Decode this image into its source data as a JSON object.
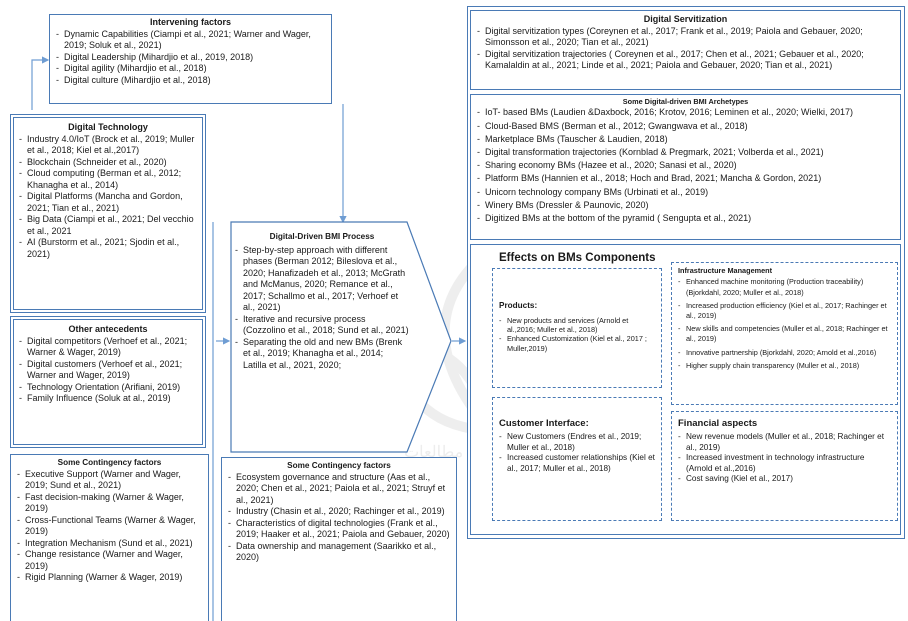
{
  "intervening": {
    "title": "Intervening factors",
    "items": [
      "Dynamic Capabilities (Ciampi et al., 2021; Warner and Wager, 2019; Soluk et al., 2021)",
      "Digital Leadership (Mihardjio et al., 2019, 2018)",
      "Digital agility (Mihardjio et al., 2018)",
      "Digital culture (Mihardjio et al., 2018)"
    ]
  },
  "digital_technology": {
    "title": "Digital Technology",
    "items": [
      "Industry 4.0/IoT (Brock et al., 2019; Muller et al., 2018; Kiel et al.,2017)",
      "Blockchain (Schneider et al., 2020)",
      "Cloud computing (Berman et al., 2012; Khanagha et al., 2014)",
      "Digital Platforms (Mancha and Gordon, 2021; Tian et al., 2021)",
      "Big Data (Ciampi et al., 2021; Del vecchio et al., 2021",
      "AI (Burstorm et al., 2021; Sjodin et al., 2021)"
    ]
  },
  "other_antecedents": {
    "title": "Other antecedents",
    "items": [
      "Digital competitors (Verhoef et al., 2021; Warner & Wager, 2019)",
      "Digital customers (Verhoef et al., 2021; Warner and Wager, 2019)",
      "Technology Orientation (Arifiani, 2019)",
      "Family Influence (Soluk at al., 2019)"
    ]
  },
  "contingency_left": {
    "title": "Some Contingency factors",
    "items": [
      "Executive Support (Warner and Wager, 2019; Sund et al., 2021)",
      "Fast decision-making (Warner & Wager, 2019)",
      "Cross-Functional Teams (Warner & Wager, 2019)",
      "Integration Mechanism (Sund et al., 2021)",
      "Change resistance (Warner and Wager, 2019)",
      "Rigid Planning (Warner & Wager, 2019)"
    ]
  },
  "bmi_process": {
    "title": "Digital-Driven BMI Process",
    "items": [
      "Step-by-step approach with different phases (Berman 2012; Bileslova et al., 2020; Hanafizadeh et al., 2013; McGrath and McManus, 2020; Remance et al., 2017; Schallmo et al., 2017; Verhoef et al., 2021)",
      "Iterative and recursive process (Cozzolino et al., 2018; Sund et al., 2021)",
      "Separating the old and new BMs (Brenk et al., 2019; Khanagha et al., 2014; Latilla et al., 2021, 2020;"
    ]
  },
  "contingency_middle": {
    "title": "Some Contingency factors",
    "items": [
      "Ecosystem governance and structure (Aas et al., 2020; Chen et al., 2021; Paiola et al., 2021; Struyf et al., 2021)",
      "Industry (Chasin et al., 2020; Rachinger et al., 2019)",
      "Characteristics of digital technologies (Frank et al., 2019; Haaker et al., 2021; Paiola and Gebauer, 2020)",
      "Data ownership and management (Saarikko et al., 2020)"
    ]
  },
  "servitization": {
    "title": "Digital Servitization",
    "items": [
      "Digital servitization types (Coreynen et al., 2017; Frank et al., 2019; Paiola and Gebauer, 2020; Simonsson et al., 2020; Tian et al., 2021)",
      "Digital servitization trajectories ( Coreynen et al., 2017; Chen et al., 2021; Gebauer et al., 2020; Kamalaldin at al., 2021; Linde et al., 2021; Paiola and Gebauer, 2020; Tian et al., 2021)"
    ]
  },
  "archetypes": {
    "title": "Some Digital-driven BMI Archetypes",
    "items": [
      "IoT- based BMs (Laudien &Daxbock, 2016; Krotov, 2016; Leminen et al., 2020; Wielki, 2017)",
      "Cloud-Based BMS (Berman et al., 2012; Gwangwava et al., 2018)",
      "Marketplace BMs (Tauscher & Laudien, 2018)",
      "Digital transformation trajectories (Kornblad & Pregmark, 2021; Volberda et al., 2021)",
      "Sharing economy BMs (Hazee et al., 2020; Sanasi et al., 2020)",
      "Platform BMs (Hannien et al., 2018; Hoch and Brad, 2021; Mancha & Gordon, 2021)",
      "Unicorn technology company BMs (Urbinati et al., 2019)",
      "Winery BMs (Dressler & Paunovic, 2020)",
      "Digitized BMs at the bottom of the pyramid ( Sengupta et al., 2021)"
    ]
  },
  "effects": {
    "title": "Effects on BMs Components",
    "products": {
      "title": "Products:",
      "items": [
        "New products and services (Arnold et al.,2016; Muller et al., 2018)",
        "Enhanced Customization (Kiel et al., 2017 ; Muller,2019)"
      ]
    },
    "infrastructure": {
      "title": "Infrastructure Management",
      "items": [
        "Enhanced machine monitoring (Production traceability) (Bjorkdahl, 2020; Muller et al., 2018)",
        "Increased production efficiency (Kiel et al., 2017; Rachinger et al., 2019)",
        "New skills and competencies (Muller et al., 2018; Rachinger et al., 2019)",
        "Innovative partnership (Bjorkdahl, 2020; Arnold et al.,2016)",
        "Higher supply chain transparency (Muller et al., 2018)"
      ]
    },
    "customer": {
      "title": "Customer Interface:",
      "items": [
        "New Customers (Endres et al., 2019; Muller et al., 2018)",
        "Increased customer relationships (Kiel et al., 2017; Muller et al., 2018)"
      ]
    },
    "financial": {
      "title": "Financial aspects",
      "items": [
        "New revenue models (Muller et al., 2018; Rachinger et al., 2019)",
        "Increased investment in technology infrastructure (Arnold et al.,2016)",
        "Cost saving (Kiel et al., 2017)"
      ]
    }
  },
  "watermark": "پژوهشگاه علوم انسانی و مطالعات فرهنگی"
}
